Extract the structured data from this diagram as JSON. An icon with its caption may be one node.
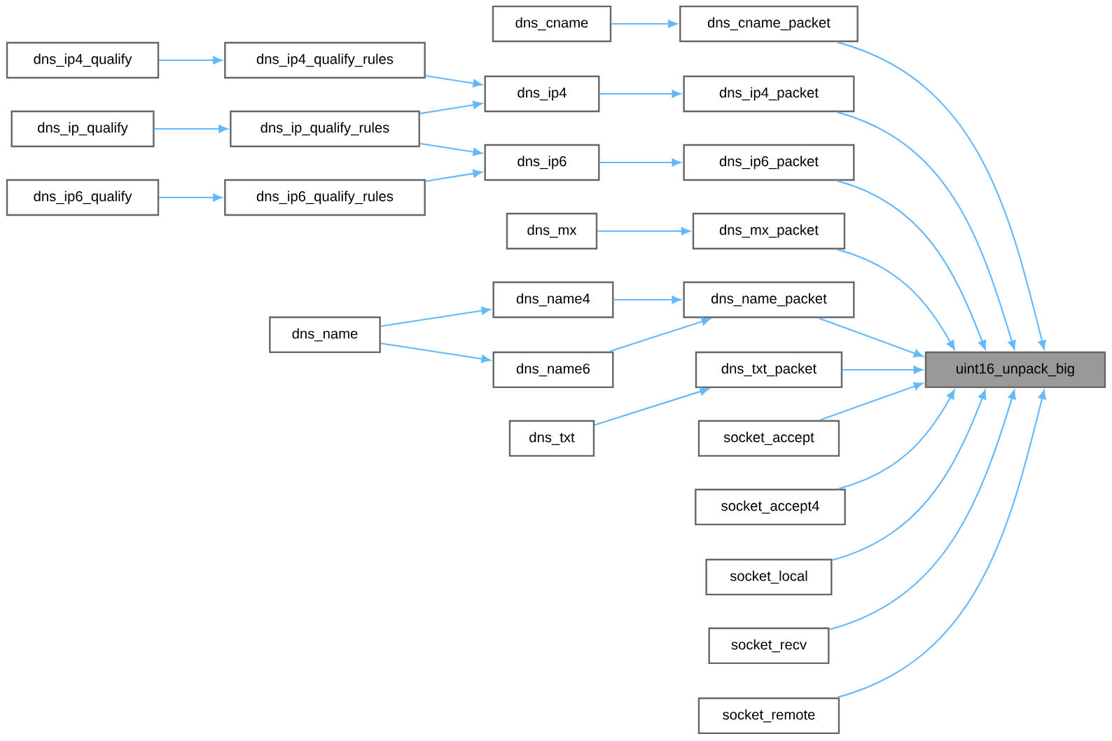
{
  "diagram": {
    "nodes": [
      {
        "text": [
          "uint16_unpack_big"
        ]
      },
      {
        "text": [
          "dns_cname_packet"
        ]
      },
      {
        "text": [
          "dns_cname"
        ]
      },
      {
        "text": [
          "dns_ip4_packet"
        ]
      },
      {
        "text": [
          "dns_ip4"
        ]
      },
      {
        "text": [
          "dns_ip4_qualify_rules"
        ]
      },
      {
        "text": [
          "dns_ip4_qualify"
        ]
      },
      {
        "text": [
          "dns_ip_qualify_rules"
        ]
      },
      {
        "text": [
          "dns_ip_qualify"
        ]
      },
      {
        "text": [
          "dns_ip6_packet"
        ]
      },
      {
        "text": [
          "dns_ip6"
        ]
      },
      {
        "text": [
          "dns_ip6_qualify_rules"
        ]
      },
      {
        "text": [
          "dns_ip6_qualify"
        ]
      },
      {
        "text": [
          "dns_mx_packet"
        ]
      },
      {
        "text": [
          "dns_mx"
        ]
      },
      {
        "text": [
          "dns_name_packet"
        ]
      },
      {
        "text": [
          "dns_name4"
        ]
      },
      {
        "text": [
          "dns_name"
        ]
      },
      {
        "text": [
          "dns_name6"
        ]
      },
      {
        "text": [
          "dns_txt_packet"
        ]
      },
      {
        "text": [
          "dns_txt"
        ]
      },
      {
        "text": [
          "socket_accept"
        ]
      },
      {
        "text": [
          "socket_accept4"
        ]
      },
      {
        "text": [
          "socket_local"
        ]
      },
      {
        "text": [
          "socket_recv"
        ]
      },
      {
        "text": [
          "socket_remote"
        ]
      }
    ],
    "edges": [
      {
        "from": 1,
        "to": 0,
        "arrow": "to"
      },
      {
        "from": 2,
        "to": 1,
        "arrow": "to"
      },
      {
        "from": 3,
        "to": 0,
        "arrow": "to"
      },
      {
        "from": 4,
        "to": 3,
        "arrow": "to"
      },
      {
        "from": 5,
        "to": 4,
        "arrow": "to"
      },
      {
        "from": 6,
        "to": 5,
        "arrow": "to"
      },
      {
        "from": 7,
        "to": 4,
        "arrow": "to"
      },
      {
        "from": 7,
        "to": 10,
        "arrow": "to"
      },
      {
        "from": 8,
        "to": 7,
        "arrow": "to"
      },
      {
        "from": 9,
        "to": 0,
        "arrow": "to"
      },
      {
        "from": 10,
        "to": 9,
        "arrow": "to"
      },
      {
        "from": 11,
        "to": 10,
        "arrow": "to"
      },
      {
        "from": 12,
        "to": 11,
        "arrow": "to"
      },
      {
        "from": 13,
        "to": 0,
        "arrow": "to"
      },
      {
        "from": 14,
        "to": 13,
        "arrow": "to"
      },
      {
        "from": 15,
        "to": 0,
        "arrow": "to"
      },
      {
        "from": 16,
        "to": 15,
        "arrow": "to"
      },
      {
        "from": 17,
        "to": 16,
        "arrow": "to"
      },
      {
        "from": 17,
        "to": 18,
        "arrow": "to"
      },
      {
        "from": 18,
        "to": 15,
        "arrow": "to"
      },
      {
        "from": 19,
        "to": 0,
        "arrow": "to"
      },
      {
        "from": 20,
        "to": 19,
        "arrow": "to"
      },
      {
        "from": 21,
        "to": 0,
        "arrow": "to"
      },
      {
        "from": 22,
        "to": 0,
        "arrow": "to"
      },
      {
        "from": 23,
        "to": 0,
        "arrow": "to"
      },
      {
        "from": 24,
        "to": 0,
        "arrow": "to"
      },
      {
        "from": 25,
        "to": 0,
        "arrow": "to"
      }
    ]
  }
}
